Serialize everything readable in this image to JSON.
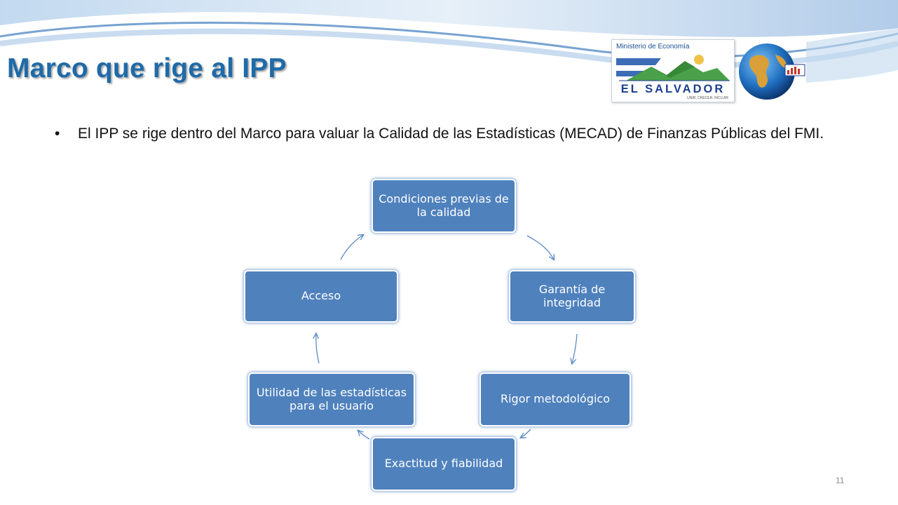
{
  "slide": {
    "title": "Marco que rige al IPP",
    "bullet": "El IPP se rige dentro del Marco para valuar la Calidad de las Estadísticas (MECAD) de Finanzas Públicas  del FMI.",
    "page_number": "11"
  },
  "logo": {
    "ministerio": "Ministerio de Economía",
    "country": "EL SALVADOR",
    "motto": "UNIR, CRECER, INCLUIR"
  },
  "diagram": {
    "nodes": [
      {
        "id": "condiciones",
        "label": "Condiciones previas de la calidad"
      },
      {
        "id": "garantia",
        "label": "Garantía de integridad"
      },
      {
        "id": "rigor",
        "label": "Rigor metodológico"
      },
      {
        "id": "exactitud",
        "label": "Exactitud y fiabilidad"
      },
      {
        "id": "utilidad",
        "label": "Utilidad de las estadísticas para el usuario"
      },
      {
        "id": "acceso",
        "label": "Acceso"
      }
    ],
    "node_color": "#4f81bd",
    "arrow_color": "#5b8ac6"
  },
  "colors": {
    "title": "#1f6aa8",
    "swoosh": "#8db4dc"
  }
}
